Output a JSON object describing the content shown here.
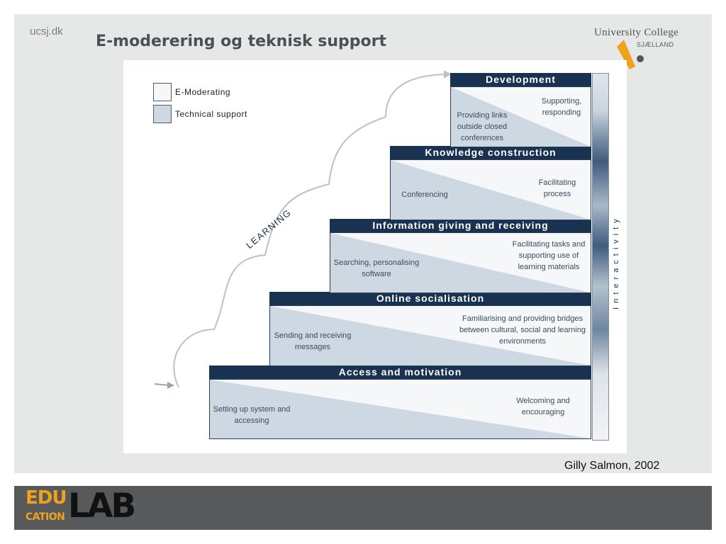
{
  "header": {
    "site": "ucsj.dk",
    "title": "E-moderering og teknisk support",
    "logo_name": "University College",
    "logo_sub": "SJÆLLAND"
  },
  "legend": [
    {
      "label": "E-Moderating",
      "color": "#f6f7f8"
    },
    {
      "label": "Technical support",
      "color": "#cdd8e3"
    }
  ],
  "diagram": {
    "learning_label": "LEARNING",
    "interactivity_label": "Interactivity",
    "stages": [
      {
        "title": "Access and motivation",
        "technical": "Setting up system and accessing",
        "moderating": "Welcoming and encouraging"
      },
      {
        "title": "Online socialisation",
        "technical": "Sending and receiving messages",
        "moderating": "Familiarising and providing bridges between cultural, social and learning environments"
      },
      {
        "title": "Information giving and receiving",
        "technical": "Searching, personalising software",
        "moderating": "Facilitating tasks and supporting use of learning materials"
      },
      {
        "title": "Knowledge construction",
        "technical": "Conferencing",
        "moderating": "Facilitating process"
      },
      {
        "title": "Development",
        "technical": "Providing links outside closed conferences",
        "moderating": "Supporting, responding"
      }
    ]
  },
  "source": "Gilly Salmon, 2002",
  "footer": {
    "brand_edu": "EDU",
    "brand_cation": "CATION",
    "brand_lab": "LAB"
  },
  "colors": {
    "header_bar": "#1a3251",
    "technical_fill": "#cdd8e3",
    "brand_orange": "#f0a21e"
  }
}
